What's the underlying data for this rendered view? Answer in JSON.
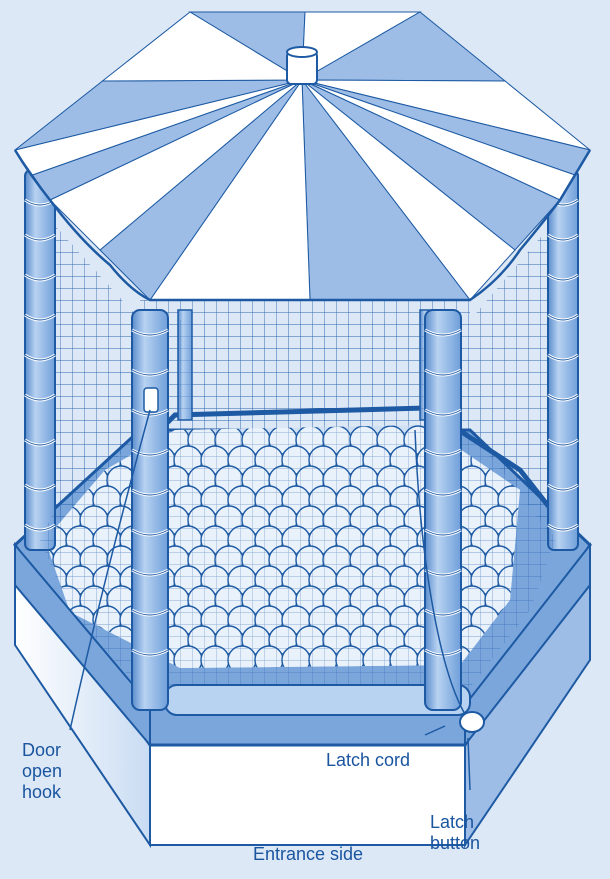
{
  "labels": {
    "door_open_hook": "Door\nopen\nhook",
    "latch_cord": "Latch cord",
    "entrance_side": "Entrance side",
    "latch_button": "Latch\nbutton"
  },
  "colors": {
    "background": "#dde8f6",
    "pole_blue": "#7aa6dc",
    "canopy_blue": "#9dbde6",
    "canopy_white": "#ffffff",
    "outline": "#1d5aa3",
    "label_text": "#1a55a0",
    "net": "#1f5aa8"
  }
}
